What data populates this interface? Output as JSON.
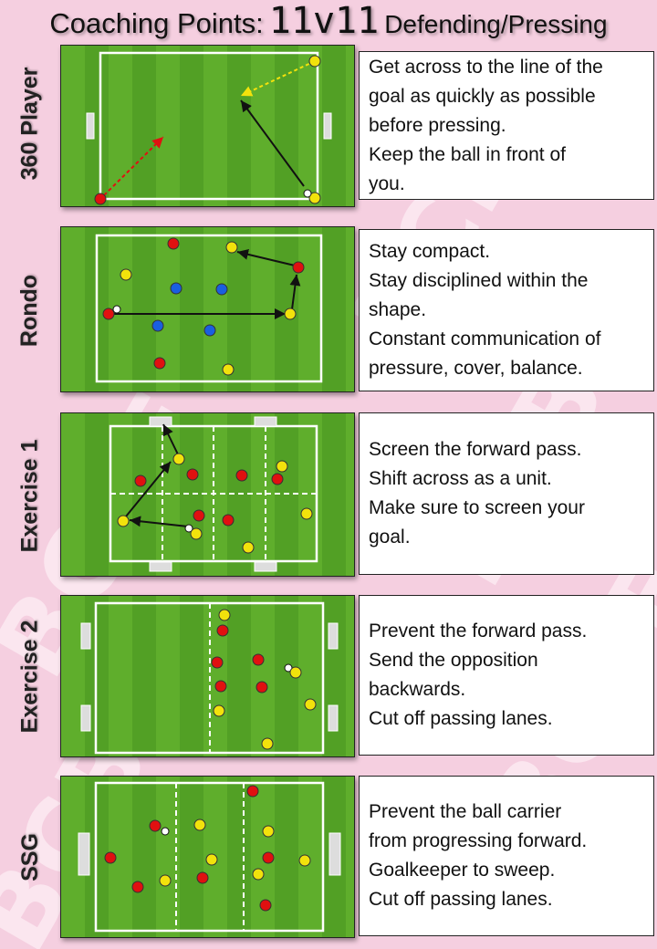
{
  "title": {
    "part1": "Coaching Points:",
    "part2": "11v11",
    "part3": "Defending/Pressing"
  },
  "sections": [
    {
      "label": "360 Player",
      "points": [
        "Get across to the line of the",
        "goal as quickly as possible",
        "before pressing.",
        "Keep the ball in front of",
        "you."
      ]
    },
    {
      "label": "Rondo",
      "points": [
        "Stay compact.",
        "Stay disciplined within the",
        "shape.",
        "Constant communication of",
        "pressure, cover, balance."
      ]
    },
    {
      "label": "Exercise 1",
      "points": [
        "Screen the forward pass.",
        "Shift across as a unit.",
        "Make sure to screen your",
        "goal."
      ]
    },
    {
      "label": "Exercise 2",
      "points": [
        "Prevent the forward pass.",
        "Send the opposition",
        "backwards.",
        "Cut off passing lanes."
      ]
    },
    {
      "label": "SSG",
      "points": [
        "Prevent the ball carrier",
        "from progressing forward.",
        "Goalkeeper to sweep.",
        "Cut off passing lanes."
      ]
    }
  ],
  "colors": {
    "red_team": "#e01010",
    "yellow_team": "#f2e20c",
    "blue_team": "#1a5fe0",
    "pitch": "#5fae2c",
    "background": "#f5cfe0"
  },
  "watermark": "BCBF"
}
